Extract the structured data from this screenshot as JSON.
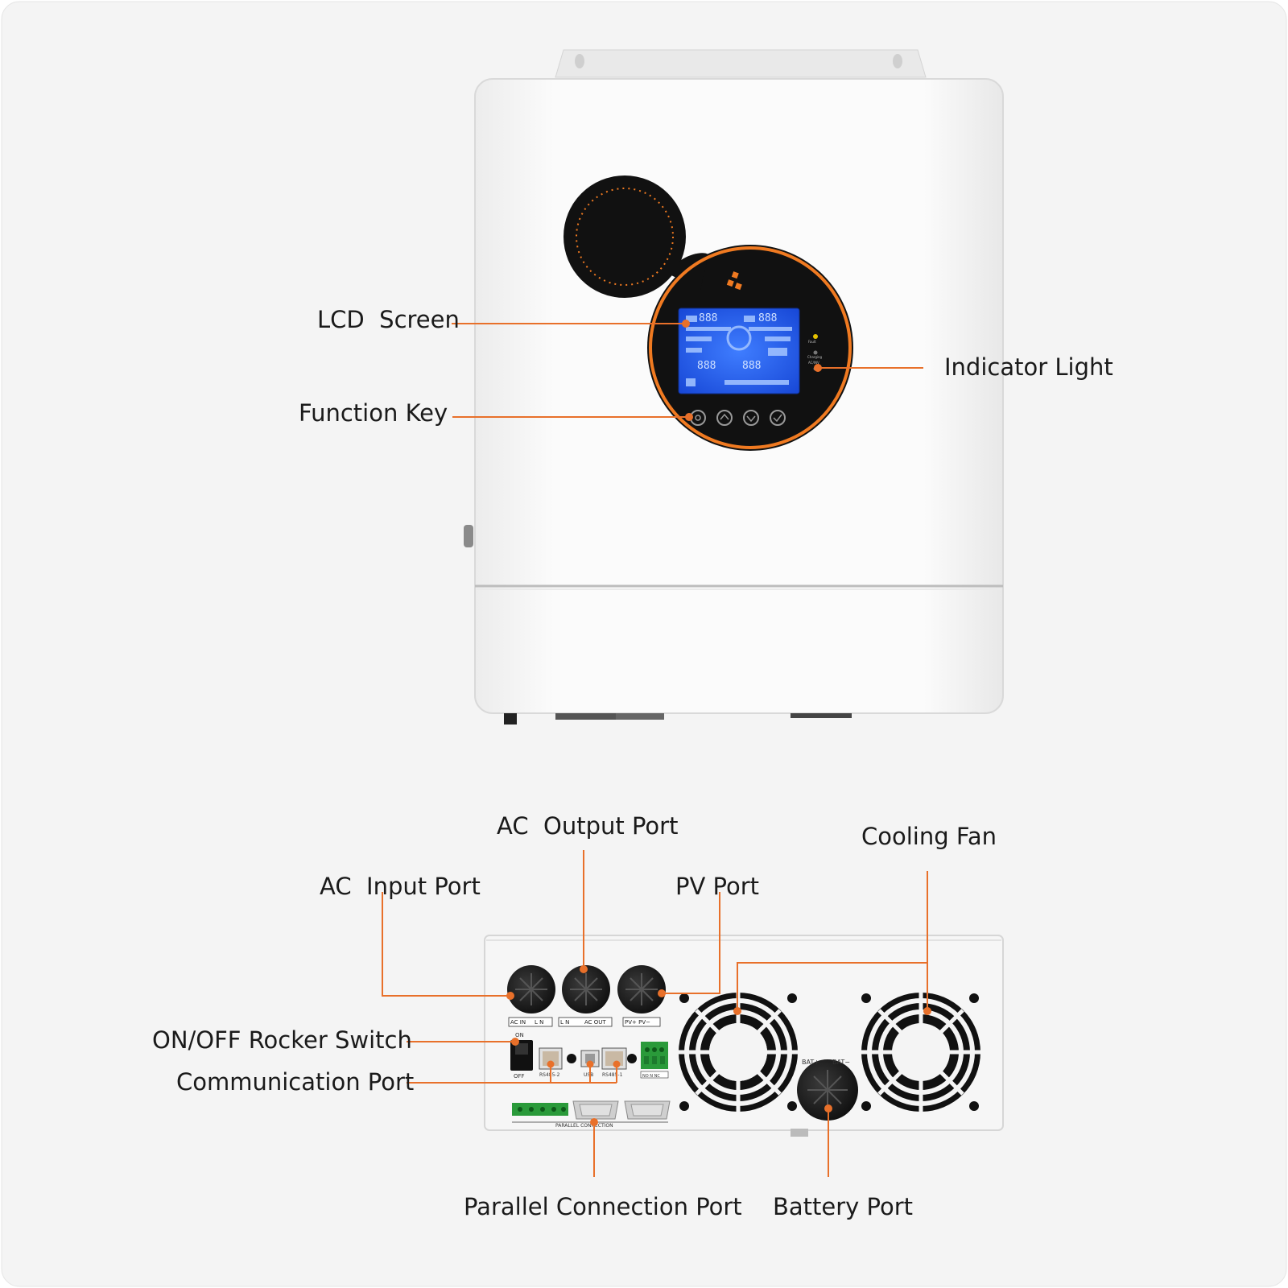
{
  "colors": {
    "page_background": "#f4f4f4",
    "callout_line": "#e8702a",
    "label_text": "#1a1a1a",
    "chassis_white": "#f6f6f6",
    "lcd_blue": "#1a5cff",
    "accent_orange": "#f07a21",
    "terminal_green": "#2a9a3a"
  },
  "front_view": {
    "labels": {
      "lcd_screen": "LCD  Screen",
      "function_key": "Function Key",
      "indicator_light": "Indicator Light"
    },
    "lcd_segments": [
      "888",
      "888",
      "888",
      "888"
    ],
    "indicator_labels": [
      "Fault",
      "Charging",
      "AC/INV"
    ]
  },
  "bottom_view": {
    "labels": {
      "ac_output_port": "AC  Output Port",
      "cooling_fan": "Cooling Fan",
      "ac_input_port": "AC  Input Port",
      "pv_port": "PV Port",
      "on_off_switch": "ON/OFF Rocker Switch",
      "communication_port": "Communication Port",
      "parallel_connection_port": "Parallel Connection Port",
      "battery_port": "Battery Port"
    },
    "panel_text": {
      "ac_in": "AC IN",
      "l_n_1": "L N",
      "l_n_2": "L N",
      "ac_out": "AC OUT",
      "pv": "PV+ PV−",
      "switch_on": "ON",
      "switch_off": "OFF",
      "rs485_2": "RS485-2",
      "usb": "USB",
      "rs485_1": "RS485-1",
      "dry_contact": "NO N NC",
      "bat_plus": "BAT+",
      "bat_minus": "BAT−",
      "parallel": "PARALLEL CONNECTION"
    }
  }
}
